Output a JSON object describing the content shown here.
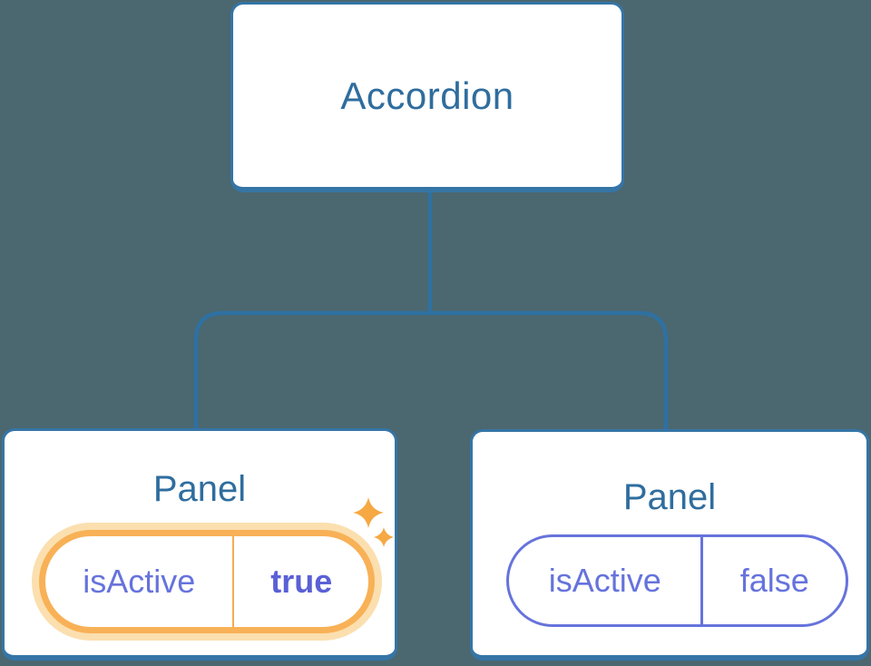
{
  "root": {
    "label": "Accordion"
  },
  "panels": [
    {
      "title": "Panel",
      "state_name": "isActive",
      "state_value": "true",
      "highlighted": true
    },
    {
      "title": "Panel",
      "state_name": "isActive",
      "state_value": "false",
      "highlighted": false
    }
  ],
  "colors": {
    "background": "#4B6770",
    "node_border": "#3575A6",
    "node_text": "#2F6D9E",
    "connector": "#2E71A2",
    "state_text": "#6673DC",
    "state_value_active": "#5A60D6",
    "highlight_ring": "#F8B156",
    "highlight_halo": "#FBDFAF",
    "highlight_divider": "#F5AC52",
    "sparkle": "#F6A843"
  }
}
